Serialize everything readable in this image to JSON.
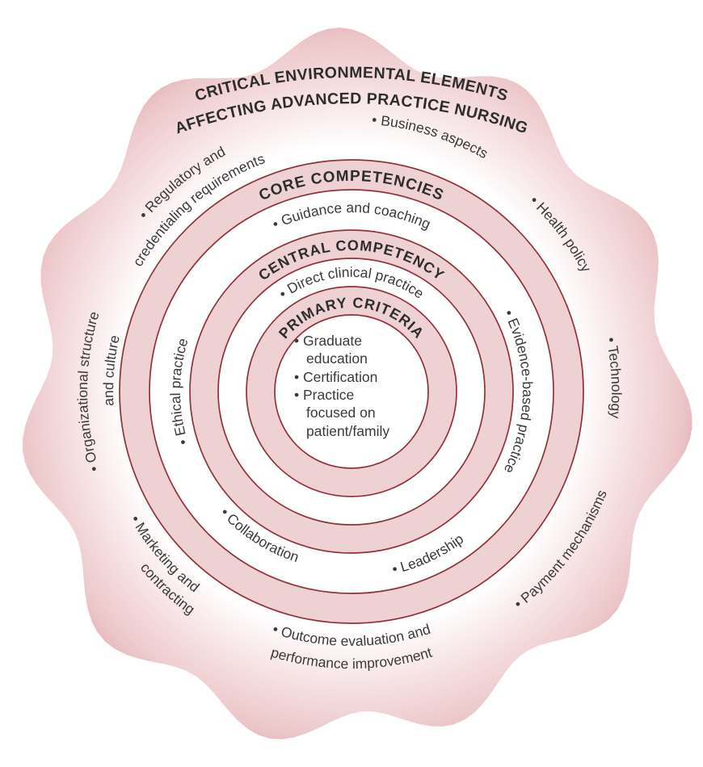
{
  "title": {
    "line1": "CRITICAL ENVIRONMENTAL ELEMENTS",
    "line2": "AFFECTING ADVANCED PRACTICE NURSING"
  },
  "rings": {
    "core": "CORE COMPETENCIES",
    "central": "CENTRAL COMPETENCY",
    "primary": "PRIMARY CRITERIA"
  },
  "competencies": {
    "guidance": "• Guidance and coaching",
    "direct": "• Direct clinical practice",
    "evidence": "• Evidence-based practice",
    "ethical": "• Ethical practice",
    "collaboration": "• Collaboration",
    "leadership": "• Leadership"
  },
  "primary_criteria": {
    "line1": "• Graduate",
    "line2": "education",
    "line3": "• Certification",
    "line4": "• Practice",
    "line5": "focused on",
    "line6": "patient/family"
  },
  "environment": {
    "regulatory_line1": "• Regulatory and",
    "regulatory_line2": "credentialing requirements",
    "business": "• Business aspects",
    "health_policy": "• Health policy",
    "technology": "• Technology",
    "payment": "• Payment mechanisms",
    "outcome_line1": "• Outcome evaluation and",
    "outcome_line2": "performance improvement",
    "marketing_line1": "• Marketing and",
    "marketing_line2": "contracting",
    "org_line1": "• Organizational structure",
    "org_line2": "and culture"
  },
  "colors": {
    "ring_fill": "#edd1d3",
    "ring_stroke": "#93313b",
    "text_color": "#3a3a3a",
    "title_color": "#2d2d2d",
    "blob_edge": "#d9a2a8",
    "blob_mid": "#ecc6c9",
    "blob_light": "#f6e1e3"
  }
}
